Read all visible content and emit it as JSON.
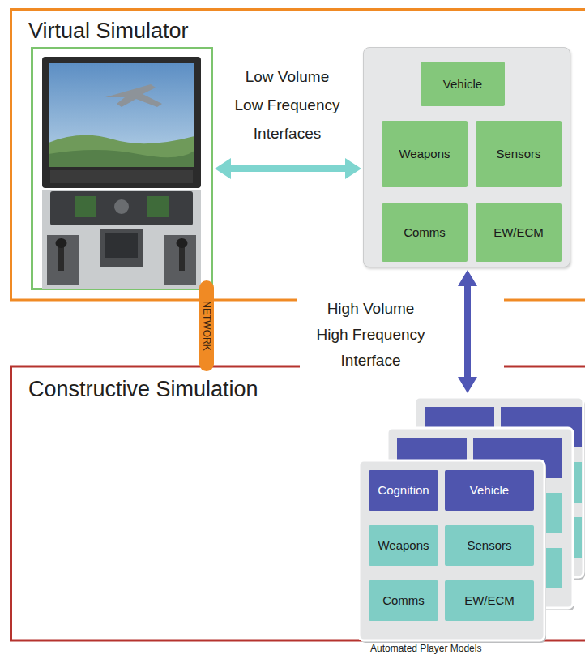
{
  "diagram": {
    "nodes": [
      {
        "text": [
          "Virtual Simulator"
        ]
      },
      {
        "text": [],
        "in": 0
      },
      {
        "text": [
          "Vehicle"
        ],
        "in": 1
      },
      {
        "text": [
          "Weapons"
        ],
        "in": 1
      },
      {
        "text": [
          "Sensors"
        ],
        "in": 1
      },
      {
        "text": [
          "Comms"
        ],
        "in": 1
      },
      {
        "text": [
          "EW/ECM"
        ],
        "in": 1
      },
      {
        "text": [
          "NETWORK"
        ]
      },
      {
        "text": [
          "Constructive Simulation"
        ]
      },
      {
        "text": [
          "Automated Player Models"
        ],
        "in": 8
      },
      {
        "text": [
          "Cognition"
        ],
        "in": 9
      },
      {
        "text": [
          "Vehicle"
        ],
        "in": 9
      },
      {
        "text": [
          "Weapons"
        ],
        "in": 9
      },
      {
        "text": [
          "Sensors"
        ],
        "in": 9
      },
      {
        "text": [
          "Comms"
        ],
        "in": 9
      },
      {
        "text": [
          "EW/ECM"
        ],
        "in": 9
      }
    ],
    "edges": [
      {
        "from": 1,
        "to": 9,
        "arrow": "both",
        "label": "High Volume High Frequency Interface"
      }
    ],
    "labels": [
      "Low Volume Low Frequency Interfaces"
    ]
  }
}
